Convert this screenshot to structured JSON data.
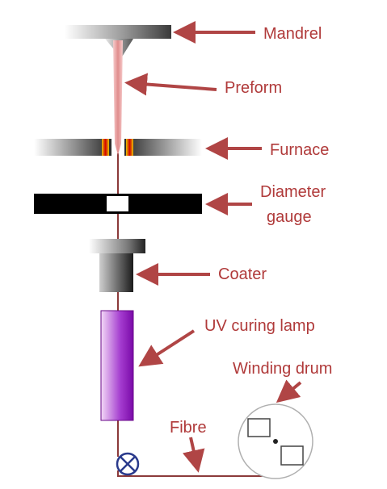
{
  "labels": {
    "mandrel": "Mandrel",
    "preform": "Preform",
    "furnace": "Furnace",
    "diameter_gauge_line1": "Diameter",
    "diameter_gauge_line2": "gauge",
    "coater": "Coater",
    "uv_curing_lamp": "UV curing lamp",
    "winding_drum": "Winding drum",
    "fibre": "Fibre"
  },
  "colors": {
    "label_text": "#b03a3a",
    "arrow": "#b04545",
    "fibre": "#8b3a3a",
    "preform": "#e89a9a",
    "uv_lamp": "#8a16b0",
    "roller": "#2a3a8c",
    "gauge": "#000000"
  }
}
